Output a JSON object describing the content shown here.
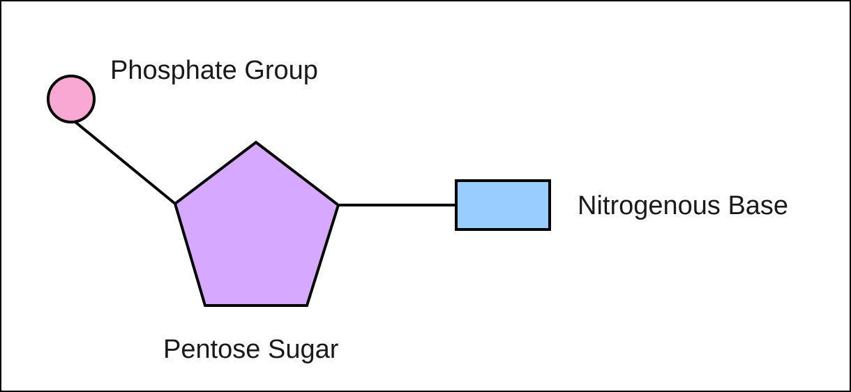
{
  "labels": {
    "phosphate": "Phosphate Group",
    "base": "Nitrogenous Base",
    "sugar": "Pentose Sugar"
  },
  "colors": {
    "phosphate_fill": "#f9a8d4",
    "sugar_fill": "#d6a8ff",
    "base_fill": "#99ccff",
    "stroke": "#000000"
  }
}
